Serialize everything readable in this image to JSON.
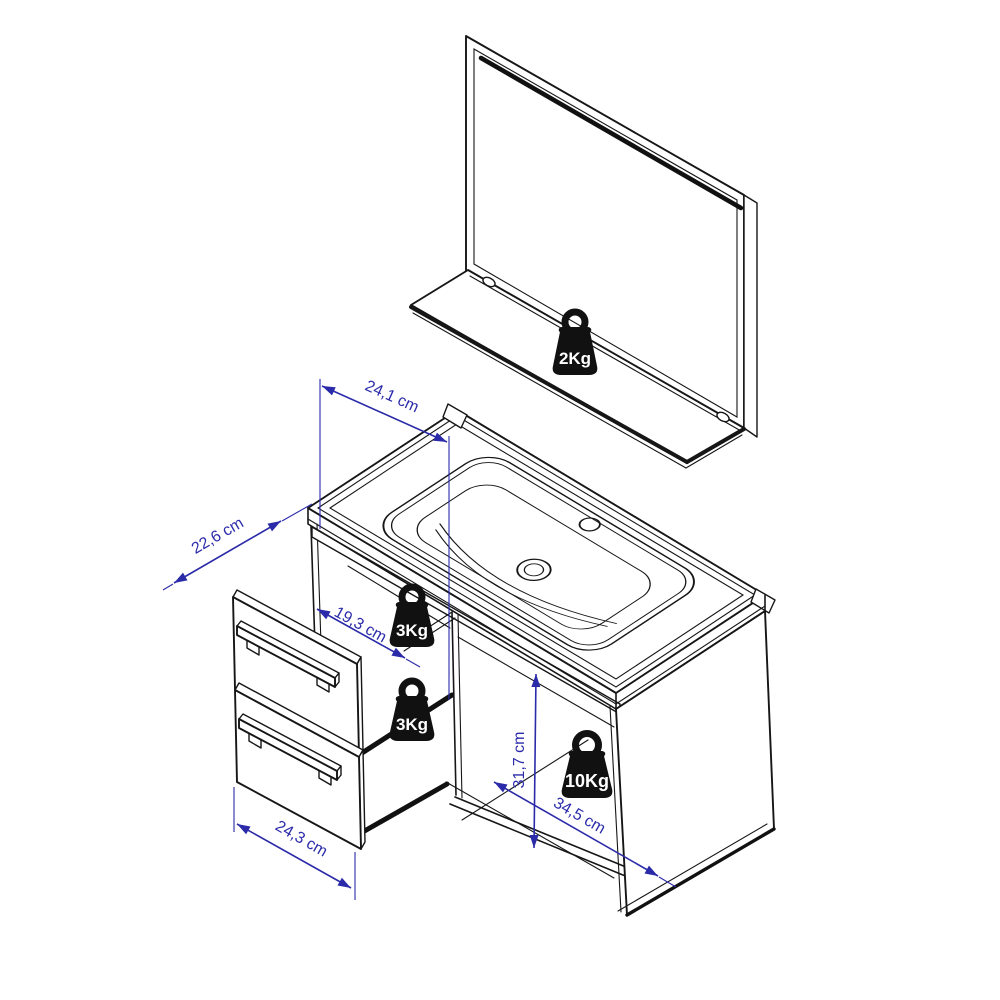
{
  "title": "Bathroom vanity unit with mirror - technical assembly drawing",
  "colors": {
    "background": "#ffffff",
    "line": "#161616",
    "dimension": "#2b2baa",
    "weight_fill": "#111111",
    "weight_text": "#ffffff"
  },
  "dimensions": {
    "counter_depth": "24,1 cm",
    "side_depth": "22,6 cm",
    "drawer_width": "19,3 cm",
    "compartment_height": "31,7 cm",
    "compartment_width": "34,5 cm",
    "drawer_front_width": "24,3 cm"
  },
  "load_ratings": {
    "mirror_shelf": "2Kg",
    "top_drawer": "3Kg",
    "bottom_drawer": "3Kg",
    "open_compartment": "10Kg"
  }
}
